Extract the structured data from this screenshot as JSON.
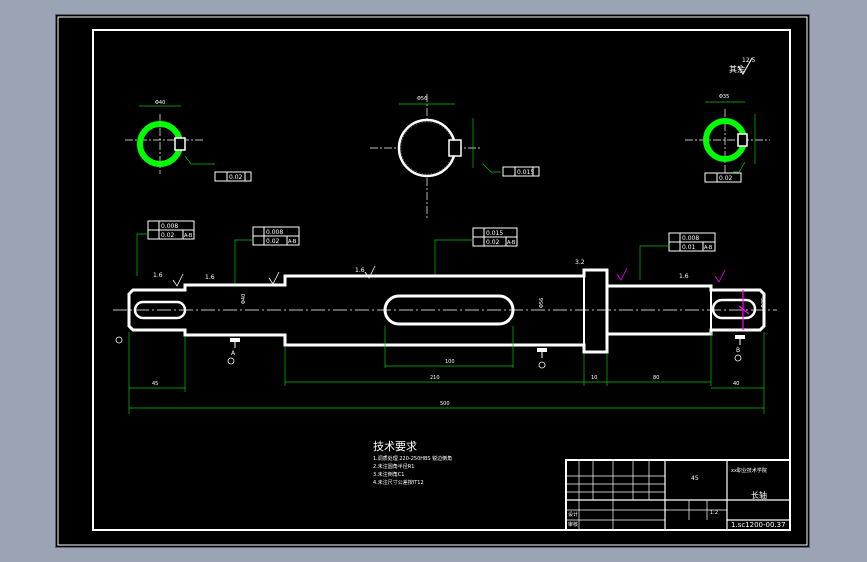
{
  "colors": {
    "background": "#000000",
    "frame": "#ffffff",
    "leader": "#00c800",
    "section": "#00ff00",
    "magenta": "#ff00ff",
    "workspace": "#9aa4b4"
  },
  "surface_finish": {
    "label": "其余",
    "value": "12.5"
  },
  "sections": {
    "left_tolerance": "0.02",
    "mid_tolerance": "0.015",
    "right_tolerance": "0.02"
  },
  "tolerance_frames": {
    "left_top": "0.008",
    "left_bottom": "0.02",
    "left_datum": "A-B",
    "mid_top": "0.015",
    "mid_bottom": "0.02",
    "mid_datum": "A-B",
    "right_top": "0.008",
    "right_bottom": "0.01",
    "right_datum": "A-B"
  },
  "surface_marks": [
    "1.6",
    "1.6",
    "1.6",
    "3.2",
    "1.6"
  ],
  "dimensions": {
    "left_seg": "45",
    "key_len": "100",
    "mid_seg": "210",
    "collar": "10",
    "right_seg": "80",
    "right_end": "40",
    "total": "500"
  },
  "datum_labels": [
    "A",
    "B"
  ],
  "technical_requirements": {
    "title": "技术要求",
    "lines": [
      "1.调质处理  220-250HBS  锐边倒角",
      "2.未注圆角半径R1",
      "3.未注倒角C1",
      "4.未注尺寸公差按IT12"
    ]
  },
  "title_block": {
    "material": "45",
    "school": "xx职业技术学院",
    "part_name": "长轴",
    "drawing_no": "1.sc1200-00.37",
    "scale": "1:2",
    "designer_label": "设计",
    "checker_label": "审核"
  }
}
